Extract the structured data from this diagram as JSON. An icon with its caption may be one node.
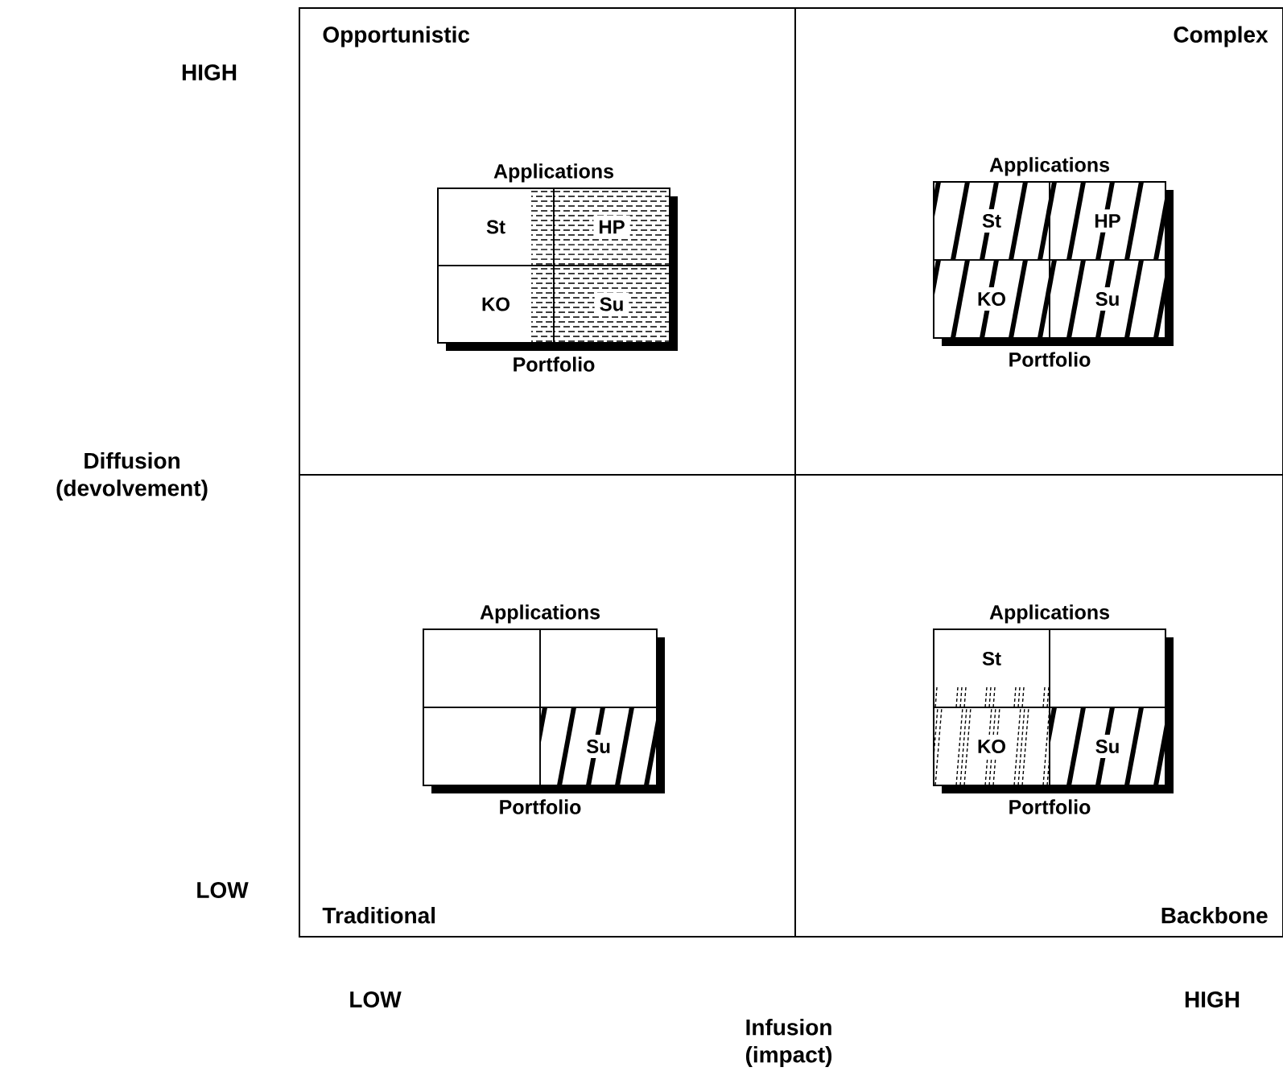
{
  "diagram": {
    "nodes": [
      {
        "text": [
          "Opportunistic"
        ]
      },
      {
        "text": [
          "Complex"
        ]
      },
      {
        "text": [
          "Traditional"
        ]
      },
      {
        "text": [
          "Backbone"
        ]
      },
      {
        "text": [
          "Applications",
          "Portfolio"
        ],
        "in": 0
      },
      {
        "text": [
          "St"
        ],
        "in": 4
      },
      {
        "text": [
          "HP"
        ],
        "in": 4
      },
      {
        "text": [
          "KO"
        ],
        "in": 4
      },
      {
        "text": [
          "Su"
        ],
        "in": 4
      },
      {
        "text": [
          "Applications",
          "Portfolio"
        ],
        "in": 1
      },
      {
        "text": [
          "St"
        ],
        "in": 9
      },
      {
        "text": [
          "HP"
        ],
        "in": 9
      },
      {
        "text": [
          "KO"
        ],
        "in": 9
      },
      {
        "text": [
          "Su"
        ],
        "in": 9
      },
      {
        "text": [
          "Applications",
          "Portfolio"
        ],
        "in": 2
      },
      {
        "text": [],
        "shape": "box",
        "in": 14
      },
      {
        "text": [],
        "shape": "box",
        "in": 14
      },
      {
        "text": [],
        "shape": "box",
        "in": 14
      },
      {
        "text": [
          "Su"
        ],
        "in": 14
      },
      {
        "text": [
          "Applications",
          "Portfolio"
        ],
        "in": 3
      },
      {
        "text": [
          "St"
        ],
        "in": 19
      },
      {
        "text": [],
        "shape": "box",
        "in": 19
      },
      {
        "text": [
          "KO"
        ],
        "in": 19
      },
      {
        "text": [
          "Su"
        ],
        "in": 19
      }
    ],
    "labels": [
      "HIGH",
      "Diffusion (devolvement)",
      "LOW",
      "LOW",
      "Infusion (impact)",
      "HIGH"
    ]
  }
}
